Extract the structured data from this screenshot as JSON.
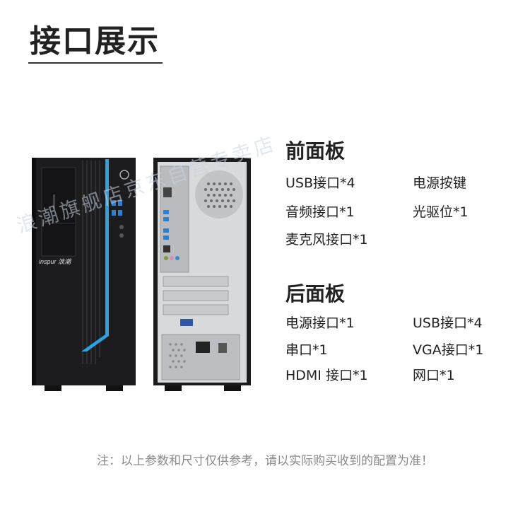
{
  "page": {
    "title": "接口展示"
  },
  "watermark": "浪潮旗舰店京东自营专卖店",
  "front_panel": {
    "heading": "前面板",
    "items": [
      "USB接口*4",
      "电源按键",
      "音频接口*1",
      "光驱位*1",
      "麦克风接口*1"
    ]
  },
  "rear_panel": {
    "heading": "后面板",
    "items": [
      "电源接口*1",
      "USB接口*4",
      "串口*1",
      "VGA接口*1",
      "HDMI 接口*1",
      "网口*1"
    ]
  },
  "product": {
    "brand_label": "inspur 浪潮"
  },
  "colors": {
    "accent": "#2aa3e0",
    "case": "#1c1c1e",
    "panel": "#d8dadc"
  },
  "note": "注：以上参数和尺寸仅供参考，请以实际购买收到的配置为准！"
}
